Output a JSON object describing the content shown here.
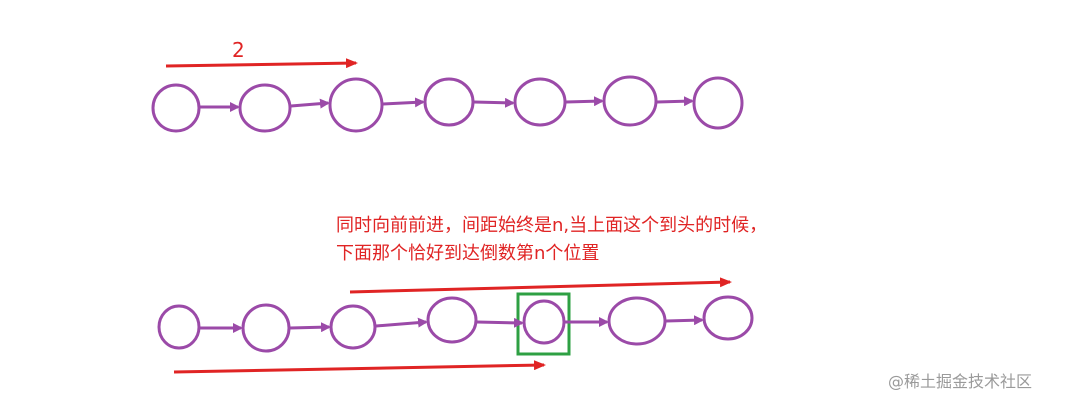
{
  "colors": {
    "node": "#9b4aa8",
    "pointer_arrow": "#e02424",
    "highlight_box": "#2ea043",
    "text": "#e02424",
    "watermark": "#9a9a9a"
  },
  "top_list": {
    "step_label": "2",
    "node_count": 7
  },
  "bottom_list": {
    "node_count": 7,
    "highlighted_node_index": 4
  },
  "annotation": {
    "line1": "同时向前前进，间距始终是n,当上面这个到头的时候，",
    "line2": "下面那个恰好到达倒数第n个位置"
  },
  "watermark": "@稀土掘金技术社区"
}
